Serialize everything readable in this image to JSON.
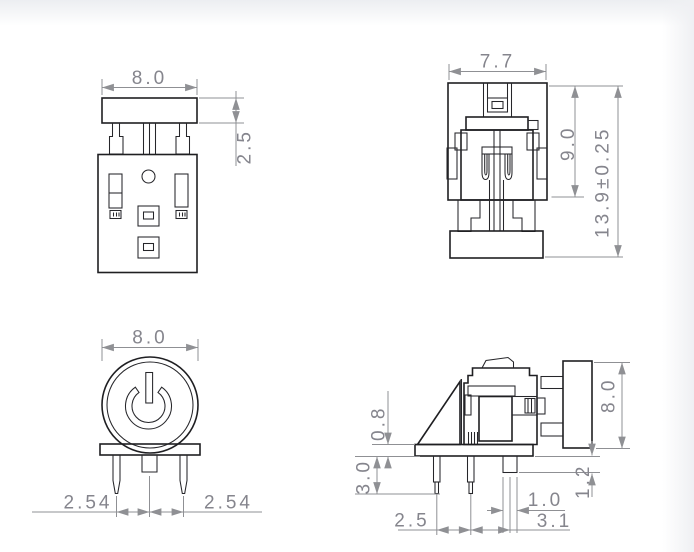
{
  "drawing": {
    "kind": "technical-drawing",
    "component": "illuminated push button tact switch, 4 views with dimensions (mm)",
    "views": {
      "front": {
        "dims": {
          "cap_width": "8.0",
          "cap_height": "2.5"
        }
      },
      "rear": {
        "dims": {
          "body_width": "7.7",
          "body_height": "9.0",
          "overall_height": "13.9±0.25"
        }
      },
      "top": {
        "dims": {
          "cap_diameter": "8.0",
          "pin_pitch_left": "2.54",
          "pin_pitch_right": "2.54"
        }
      },
      "side": {
        "dims": {
          "plate_thickness": "0.8",
          "pin_length": "3.0",
          "pin_pitch": "2.5",
          "stub_offset": "3.1",
          "stub_width": "1.0",
          "stub_height": "1.2",
          "cap_diameter": "8.0"
        }
      }
    },
    "icons": {
      "power_symbol": "power-icon"
    },
    "colors": {
      "outline": "#1f1f22",
      "dimension_lines": "#8f9094",
      "dimension_text": "#85858d",
      "background": "#ffffff",
      "page_shade": "#eceef1"
    }
  }
}
